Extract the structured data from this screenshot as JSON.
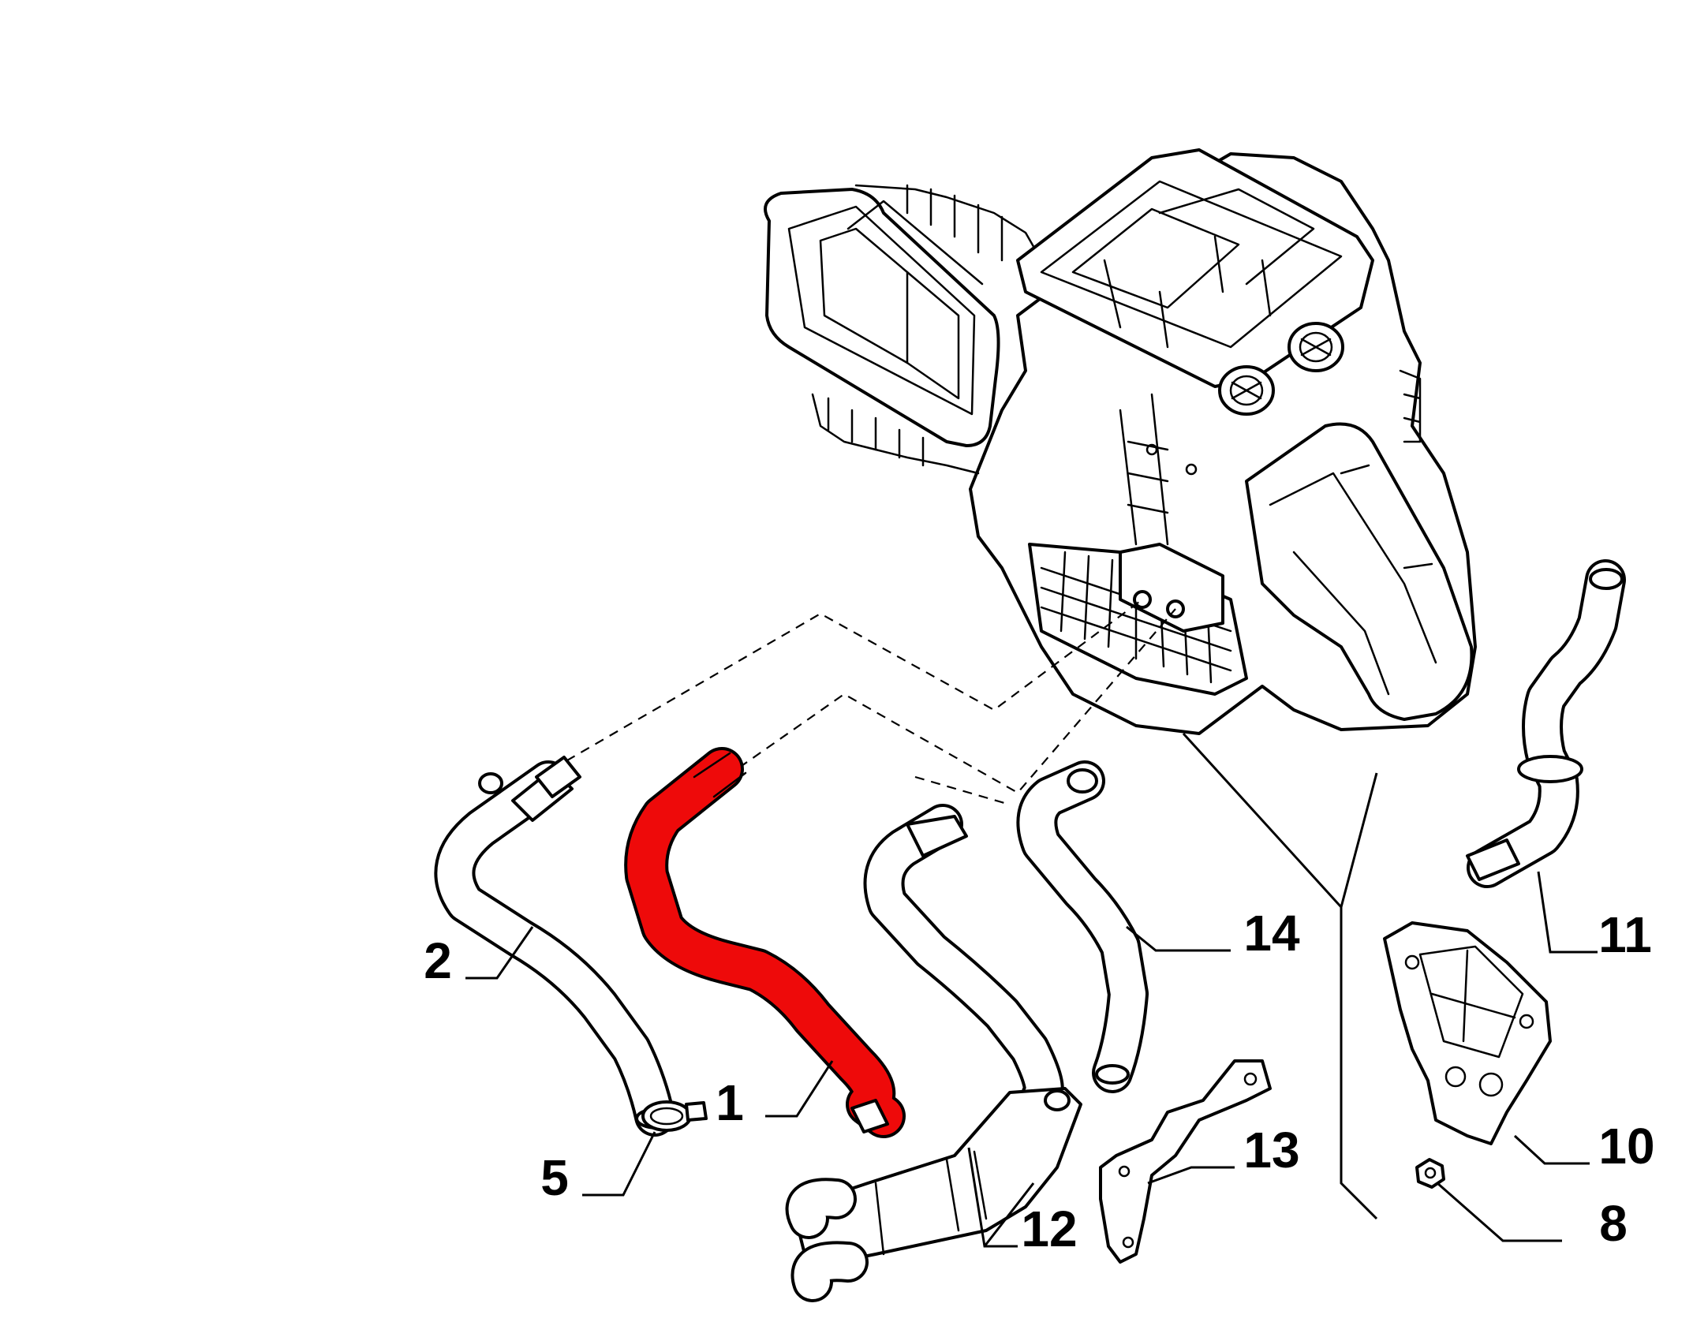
{
  "callouts": {
    "c1": "1",
    "c2": "2",
    "c5": "5",
    "c8": "8",
    "c10": "10",
    "c11": "11",
    "c12": "12",
    "c13": "13",
    "c14": "14"
  },
  "highlight_color": "#ee0a0a"
}
